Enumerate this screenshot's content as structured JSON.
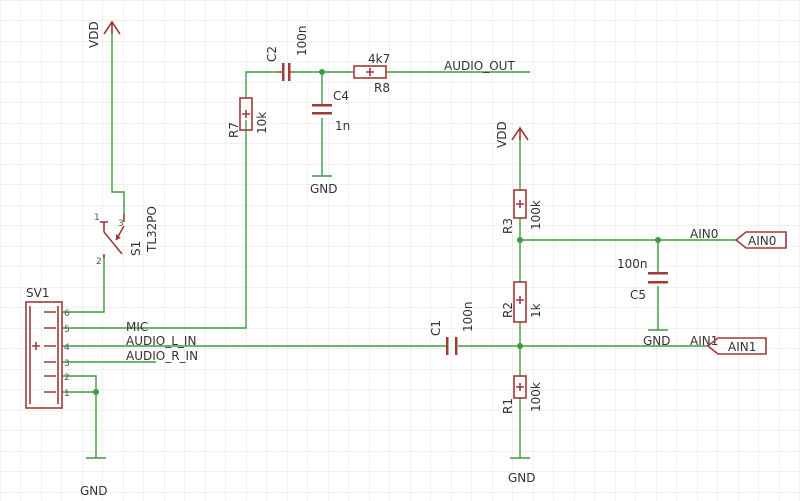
{
  "colors": {
    "wire": "#3f9a3f",
    "part": "#a03a3a",
    "text": "#333333",
    "grid": "#e3e3e3",
    "background": "#ffffff"
  },
  "grid": true,
  "labels": {
    "vdd_left": "VDD",
    "vdd_right": "VDD",
    "c2_name": "C2",
    "c2_value": "100n",
    "r8_name": "R8",
    "r8_value": "4k7",
    "audio_out": "AUDIO_OUT",
    "c4_name": "C4",
    "c4_value": "1n",
    "gnd_c4": "GND",
    "r7_name": "R7",
    "r7_value": "10k",
    "s1_name": "S1",
    "s1_value": "TL32PO",
    "s1_pin1": "1",
    "s1_pin2": "2",
    "s1_pin3": "3",
    "sv1_name": "SV1",
    "sv1_pins": [
      "6",
      "5",
      "4",
      "3",
      "2",
      "1"
    ],
    "net_mic": "MIC",
    "net_audio_l": "AUDIO_L_IN",
    "net_audio_r": "AUDIO_R_IN",
    "c1_name": "C1",
    "c1_value": "100n",
    "r3_name": "R3",
    "r3_value": "100k",
    "r2_name": "R2",
    "r2_value": "1k",
    "r1_name": "R1",
    "r1_value": "100k",
    "c5_name": "C5",
    "c5_value": "100n",
    "gnd_c5": "GND",
    "gnd_r1": "GND",
    "gnd_sv1": "GND",
    "ain0_net": "AIN0",
    "ain0_port": "AIN0",
    "ain1_net": "AIN1",
    "ain1_port": "AIN1"
  }
}
